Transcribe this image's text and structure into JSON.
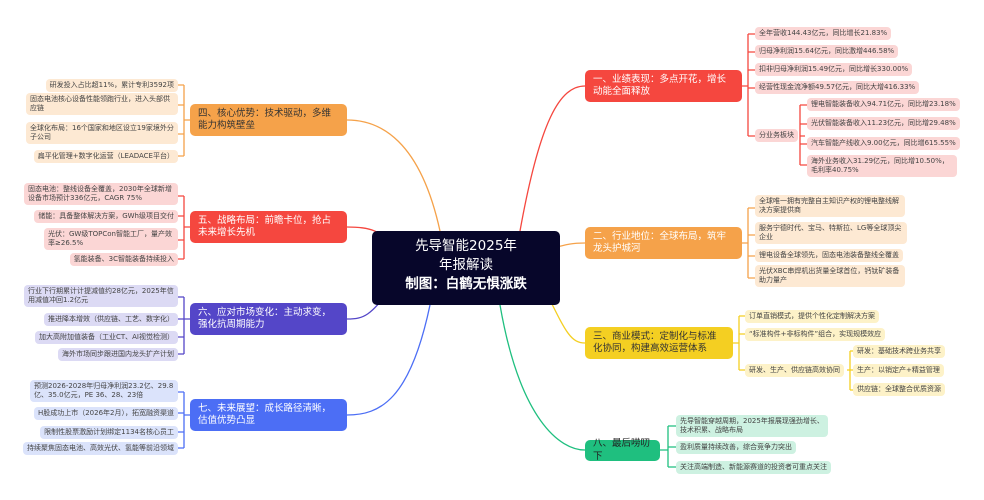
{
  "center": {
    "line1": "先导智能2025年",
    "line2": "年报解读",
    "line3": "制图：白鹤无惧涨跌"
  },
  "colors": {
    "b1": "#f5473f",
    "b2": "#f5a24a",
    "b3": "#f4cf22",
    "b4": "#f5a24a",
    "b5": "#f5473f",
    "b6": "#5446c8",
    "b7": "#4c6ef5",
    "b8": "#1fbf7f"
  },
  "b1": {
    "title": "一、业绩表现：多点开花，增长动能全面释放",
    "items": [
      "全年营收144.43亿元，同比增长21.83%",
      "归母净利润15.64亿元，同比激增446.58%",
      "扣非归母净利润15.49亿元，同比增长330.00%",
      "经营性现金流净额49.57亿元，同比大增416.33%"
    ],
    "group": "分业务板块",
    "sub": [
      "锂电智能装备收入94.71亿元，同比增23.18%",
      "光伏智能装备收入11.23亿元，同比增29.48%",
      "汽车智能产线收入9.00亿元，同比增615.55%",
      "海外业务收入31.29亿元，同比增10.50%，毛利率40.75%"
    ]
  },
  "b2": {
    "title": "二、行业地位：全球布局，筑牢龙头护城河",
    "items": [
      "全球唯一拥有完整自主知识产权的锂电整线解决方案提供商",
      "服务宁德时代、宝马、特斯拉、LG等全球顶尖企业",
      "锂电设备全球领先，固态电池装备整线全覆盖",
      "光伏XBC串焊机出货量全球首位，钙钛矿装备助力量产"
    ]
  },
  "b3": {
    "title": "三、商业模式：定制化与标准化协同，构建高效运营体系",
    "items": [
      "订单直销模式，提供个性化定制解决方案",
      "“标准构件+非标构件”组合，实现规模效应"
    ],
    "group": "研发、生产、供应链高效协同",
    "sub": [
      "研发：基础技术跨业务共享",
      "生产：以销定产+精益管理",
      "供应链：全球整合优质资源"
    ]
  },
  "b8": {
    "title": "八、最后唠叨下",
    "items": [
      "先导智能穿越周期，2025年报展现强劲增长、技术积累、战略布局",
      "盈利质量持续改善，综合竞争力突出",
      "关注高端制造、新能源赛道的投资者可重点关注"
    ]
  },
  "b4": {
    "title": "四、核心优势：技术驱动，多维能力构筑壁垒",
    "items": [
      "研发投入占比超11%，累计专利3592项",
      "固态电池核心设备性能领跑行业，进入头部供应链",
      "全球化布局：16个国家和地区设立19家境外分子公司",
      "扁平化管理+数字化运营（LEADACE平台）"
    ]
  },
  "b5": {
    "title": "五、战略布局：前瞻卡位，抢占未来增长先机",
    "items": [
      "固态电池：整线设备全覆盖，2030年全球新增设备市场预计336亿元，CAGR 75%",
      "储能：具备整体解决方案，GWh级项目交付",
      "光伏：GW级TOPCon智能工厂，量产效率≥26.5%",
      "氢能装备、3C智能装备持续投入"
    ]
  },
  "b6": {
    "title": "六、应对市场变化：主动求变，强化抗周期能力",
    "items": [
      "行业下行期累计计提减值约28亿元，2025年信用减值冲回1.2亿元",
      "推进降本增效（供应链、工艺、数字化）",
      "加大高附加值装备（工业CT、AI视觉检测）",
      "海外市场同步跟进国内龙头扩产计划"
    ]
  },
  "b7": {
    "title": "七、未来展望：成长路径清晰，估值优势凸显",
    "items": [
      "预测2026-2028年归母净利润23.2亿、29.8亿、35.0亿元，PE 36、28、23倍",
      "H股成功上市（2026年2月），拓宽融资渠道",
      "限制性股票激励计划绑定1134名核心员工",
      "持续聚焦固态电池、高效光伏、氢能等前沿领域"
    ]
  }
}
